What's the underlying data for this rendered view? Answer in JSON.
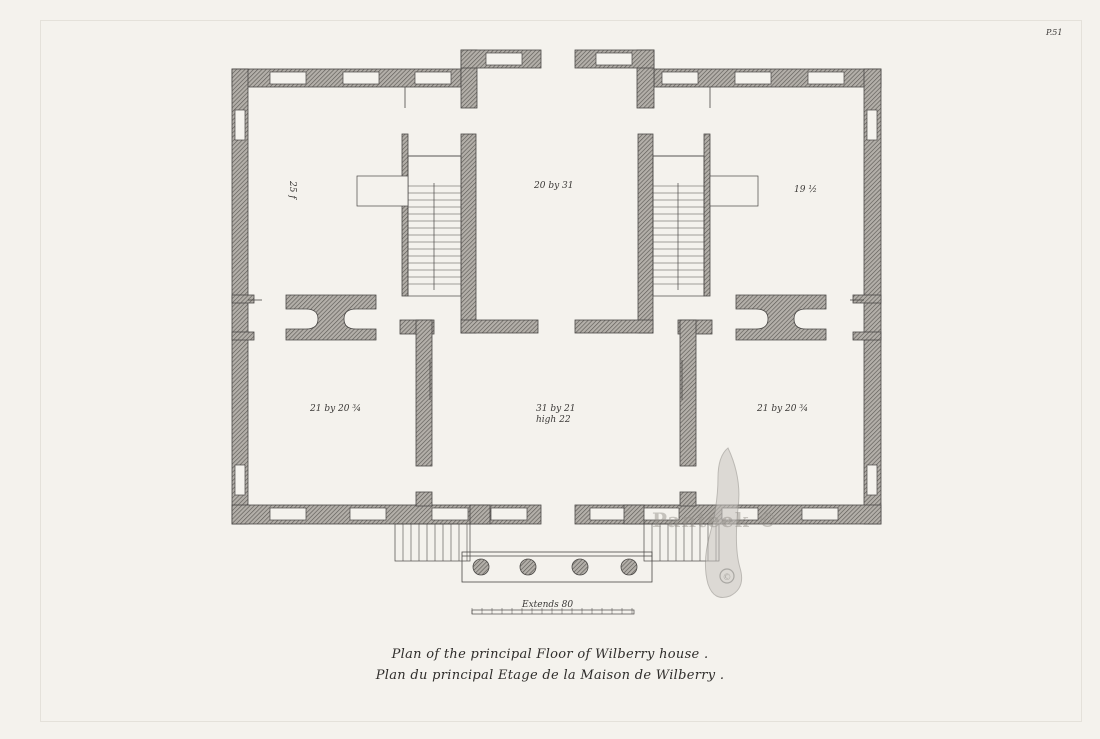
{
  "plate_number": "P.51",
  "rooms": {
    "north_hall": "20 by 31",
    "northwest_room": "25 f",
    "northeast_room": "19 ½",
    "southwest_room": "21 by 20 ¾",
    "saloon": "31 by 21",
    "saloon_height": "high 22",
    "southeast_room": "21 by 20 ¾"
  },
  "scale_bar": {
    "label": "Extends 80"
  },
  "caption": {
    "english": "Plan of the principal Floor of Wilberry house .",
    "french": "Plan du principal Etage de la Maison de Wilberry ."
  },
  "watermark": {
    "text": "Panteek ©"
  },
  "colors": {
    "paper": "#f4f2ed",
    "ink": "#4a4846",
    "wall_fill": "#8e8b86"
  }
}
